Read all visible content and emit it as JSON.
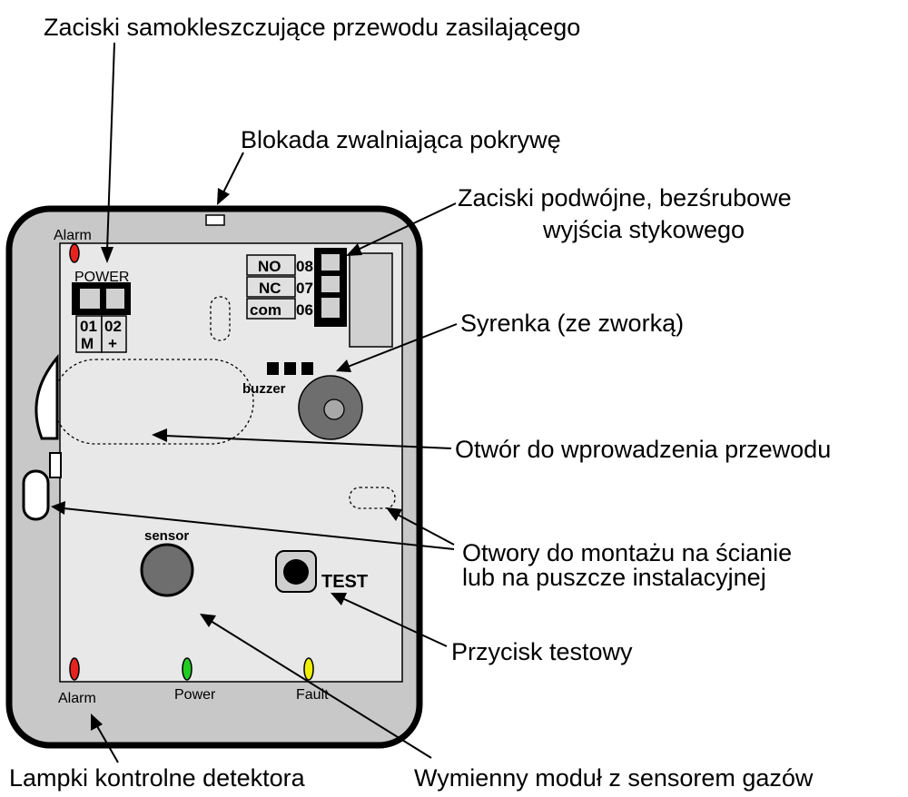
{
  "callouts": {
    "power_clamps": "Zaciski samokleszczujące przewodu zasilającego",
    "cover_lock": "Blokada zwalniająca pokrywę",
    "output_terminals_1": "Zaciski podwójne, bezśrubowe",
    "output_terminals_2": "wyjścia stykowego",
    "siren": "Syrenka (ze zworką)",
    "cable_entry": "Otwór do wprowadzenia przewodu",
    "mount_holes_1": "Otwory do montażu na ścianie",
    "mount_holes_2": "lub na puszcze instalacyjnej",
    "test_button": "Przycisk testowy",
    "indicator_lamps": "Lampki kontrolne detektora",
    "sensor_module": "Wymienny moduł z sensorem gazów"
  },
  "board": {
    "alarm_top": "Alarm",
    "power": "POWER",
    "term_01": "01",
    "term_m": "M",
    "term_02": "02",
    "term_plus": "+",
    "no": "NO",
    "nc": "NC",
    "com": "com",
    "num_08": "08",
    "num_07": "07",
    "num_06": "06",
    "buzzer": "buzzer",
    "sensor": "sensor",
    "test": "TEST",
    "led_alarm": "Alarm",
    "led_power": "Power",
    "led_fault": "Fault"
  },
  "colors": {
    "housing": "#c8c8c8",
    "board": "#e8e8e8",
    "led_alarm": "#e8231f",
    "led_power": "#22cc22",
    "led_fault": "#f0f000",
    "buzzer": "#6e6e6e",
    "sensor": "#6e6e6e"
  }
}
